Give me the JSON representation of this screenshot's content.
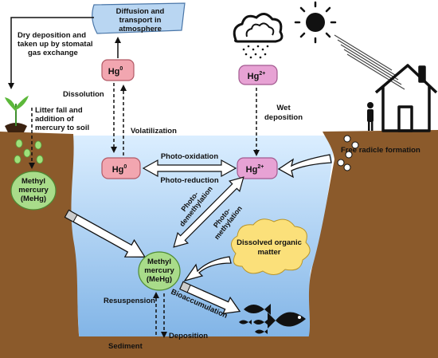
{
  "colors": {
    "water_top": "#dbeeff",
    "water_bottom": "#7fb3e6",
    "soil": "#8b5a2b",
    "hg_box": "#f2a6b0",
    "hg2_box": "#e7a2d4",
    "mehg_box": "#a9dc8a",
    "dom_cloud": "#fbe07a",
    "diffusion_box": "#b9d6f2"
  },
  "labels": {
    "diffusion_line1": "Diffusion and",
    "diffusion_line2": "transport in",
    "diffusion_line3": "atmosphere",
    "dry_line1": "Dry deposition and",
    "dry_line2": "taken up by stomatal",
    "dry_line3": "gas exchange",
    "dissolution": "Dissolution",
    "volatilization": "Volatilization",
    "wet_line1": "Wet",
    "wet_line2": "deposition",
    "litter_line1": "Litter fall and",
    "litter_line2": "addition of",
    "litter_line3": "mercury to soil",
    "free_radical": "Free radicle formation",
    "photo_oxidation": "Photo-oxidation",
    "photo_reduction": "Photo-reduction",
    "photo_demeth_line1": "Photo-",
    "photo_demeth_line2": "demethylation",
    "photo_meth_line1": "Photo-",
    "photo_meth_line2": "methylation",
    "dom_line1": "Dissolved organic",
    "dom_line2": "matter",
    "resuspension": "Resuspension",
    "bioaccumulation": "Bioaccumulation",
    "deposition": "Deposition",
    "sediment": "Sediment"
  },
  "species": {
    "hg0": "Hg",
    "hg0_sup": "0",
    "hg2": "Hg",
    "hg2_sup": "2+",
    "mehg_line1": "Methyl",
    "mehg_line2": "mercury",
    "mehg_line3": "(MeHg)"
  },
  "icons": [
    "cloud-rain-icon",
    "sun-icon",
    "house-icon",
    "person-icon",
    "seedling-icon",
    "fish-icon"
  ]
}
